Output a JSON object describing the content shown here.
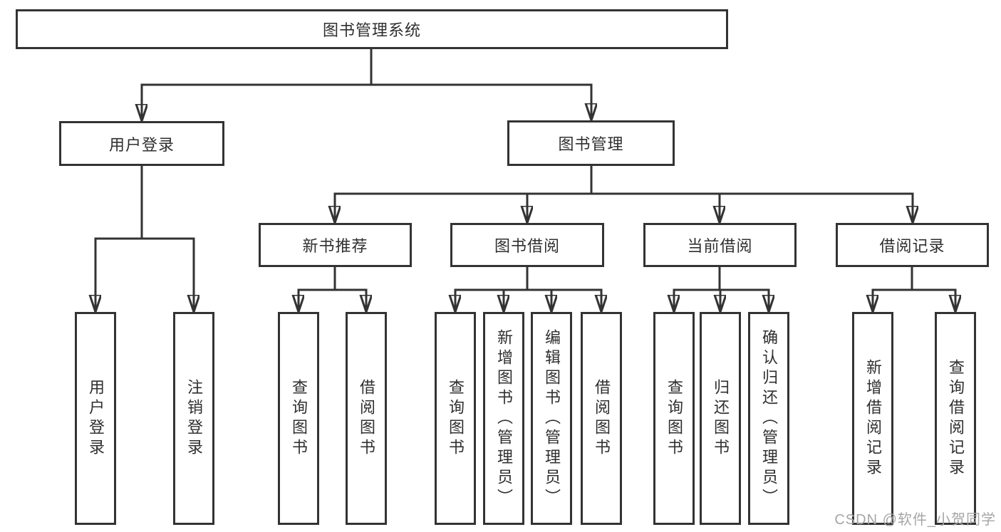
{
  "colors": {
    "line": "#333333",
    "box_border": "#333333",
    "text": "#2f2f2f",
    "watermark": "#a6a6a6",
    "background": "#ffffff"
  },
  "tree": {
    "root": {
      "label": "图书管理系统"
    },
    "branches": [
      {
        "label": "用户登录",
        "children": [
          {
            "label": "用户登录"
          },
          {
            "label": "注销登录"
          }
        ]
      },
      {
        "label": "图书管理",
        "modules": [
          {
            "label": "新书推荐",
            "children": [
              {
                "label": "查询图书"
              },
              {
                "label": "借阅图书"
              }
            ]
          },
          {
            "label": "图书借阅",
            "children": [
              {
                "label": "查询图书"
              },
              {
                "label": "新增图书（管理员）"
              },
              {
                "label": "编辑图书（管理员）"
              },
              {
                "label": "借阅图书"
              }
            ]
          },
          {
            "label": "当前借阅",
            "children": [
              {
                "label": "查询图书"
              },
              {
                "label": "归还图书"
              },
              {
                "label": "确认归还（管理员）"
              }
            ]
          },
          {
            "label": "借阅记录",
            "children": [
              {
                "label": "新增借阅记录"
              },
              {
                "label": "查询借阅记录"
              }
            ]
          }
        ]
      }
    ]
  },
  "watermark": "CSDN @软件_小贺同学"
}
